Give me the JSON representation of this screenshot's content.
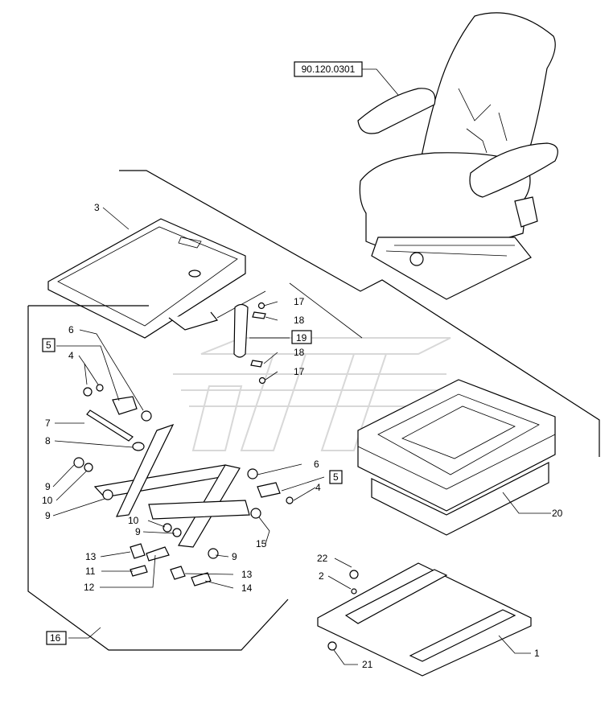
{
  "diagram": {
    "reference_label": "90.120.0301",
    "callouts": {
      "c1": "1",
      "c2": "2",
      "c3": "3",
      "c4a": "4",
      "c4b": "4",
      "c5a": "5",
      "c5b": "5",
      "c6a": "6",
      "c6b": "6",
      "c7": "7",
      "c8": "8",
      "c9a": "9",
      "c9b": "9",
      "c9c": "9",
      "c9d": "9",
      "c10a": "10",
      "c10b": "10",
      "c11": "11",
      "c12": "12",
      "c13a": "13",
      "c13b": "13",
      "c14": "14",
      "c15": "15",
      "c16": "16",
      "c17a": "17",
      "c17b": "17",
      "c18a": "18",
      "c18b": "18",
      "c19": "19",
      "c20": "20",
      "c21": "21",
      "c22": "22"
    }
  }
}
